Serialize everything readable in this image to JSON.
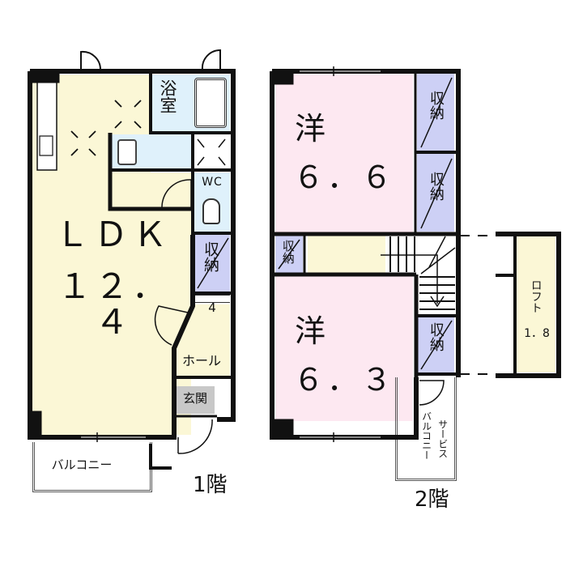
{
  "floor1": {
    "label": "1階",
    "rooms": {
      "ldk": {
        "name": "ＬＤＫ",
        "size": "１２．４",
        "color": "#fbf7d6"
      },
      "bath": {
        "name": "浴室",
        "color": "#dff1fb"
      },
      "washroom": {
        "color": "#dff1fb"
      },
      "wc": {
        "name": "WC",
        "color": "#dff1fb"
      },
      "storage": {
        "name": "収納",
        "color": "#cdd0f5"
      },
      "hall": {
        "name": "ホール",
        "color": "#fbf7d6"
      },
      "entrance": {
        "name": "玄関",
        "color": "#c8c8c8"
      },
      "shoe": {
        "name": "4"
      },
      "balcony": {
        "name": "バルコニー"
      }
    }
  },
  "floor2": {
    "label": "2階",
    "rooms": {
      "western1": {
        "name": "洋",
        "size": "６．６",
        "color": "#fde8f1"
      },
      "western2": {
        "name": "洋",
        "size": "６．３",
        "color": "#fde8f1"
      },
      "closet1": {
        "name": "収納",
        "color": "#cdd0f5"
      },
      "closet2": {
        "name": "収納",
        "color": "#cdd0f5"
      },
      "closet3": {
        "name": "収納",
        "color": "#cdd0f5"
      },
      "closet4": {
        "name": "収納",
        "color": "#cdd0f5"
      },
      "corridor": {
        "color": "#fbf7d6"
      },
      "service_balcony": {
        "name": "サービスバルコニー",
        "line1": "サービス",
        "line2": "バルコニー"
      },
      "loft": {
        "name": "ロフト",
        "size": "1．8",
        "color": "#fbf7d6"
      }
    }
  }
}
